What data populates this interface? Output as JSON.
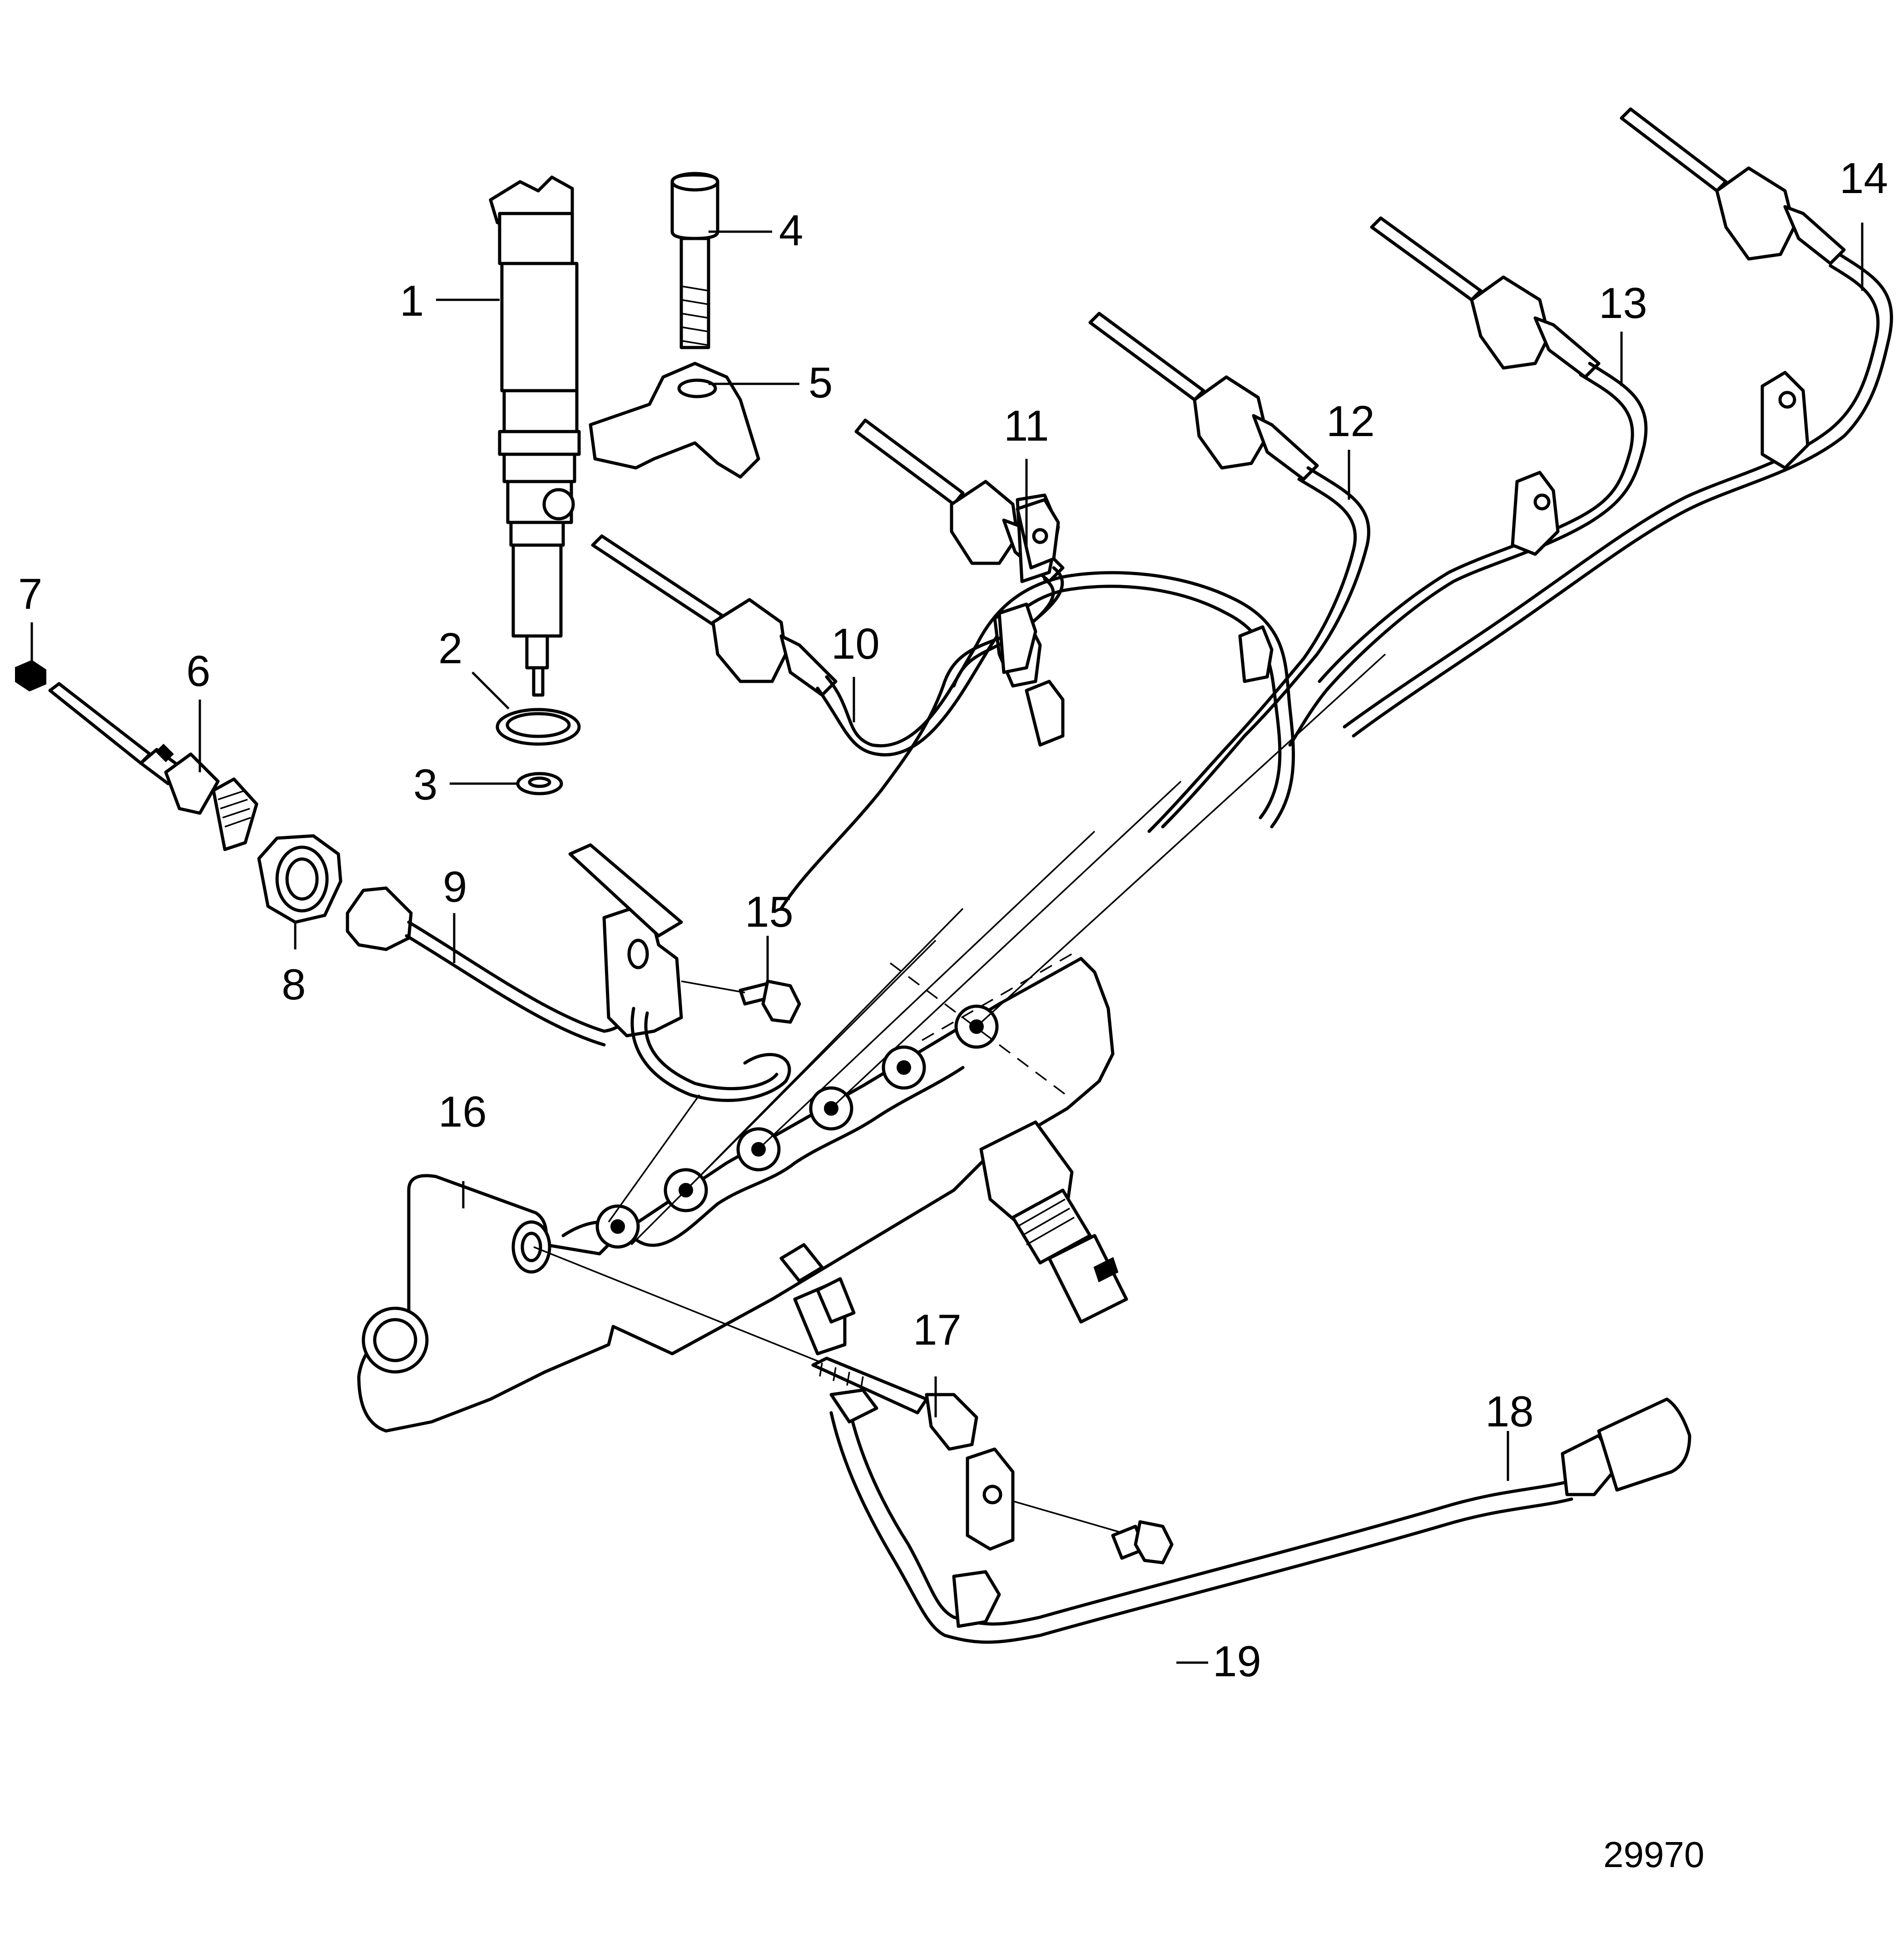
{
  "callouts": [
    "1",
    "2",
    "3",
    "4",
    "5",
    "6",
    "7",
    "8",
    "9",
    "10",
    "11",
    "12",
    "13",
    "14",
    "15",
    "16",
    "17",
    "18",
    "19"
  ],
  "figure_number": "29970"
}
